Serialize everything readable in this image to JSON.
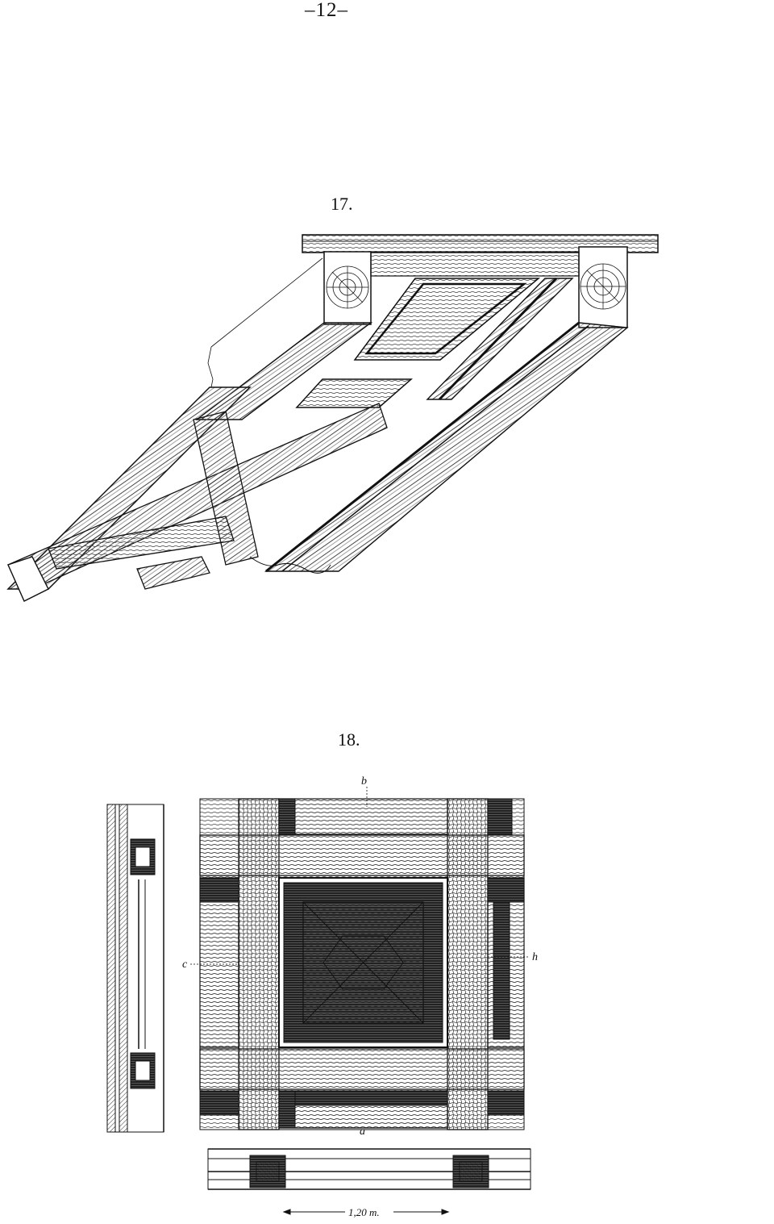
{
  "page": {
    "number": "–12–"
  },
  "figure17": {
    "label": "17."
  },
  "figure18": {
    "label": "18.",
    "labels": {
      "top": "b",
      "left": "c",
      "right": "h",
      "bottom": "a"
    },
    "dimension": "1,20 m."
  },
  "colors": {
    "ink": "#111111",
    "paper": "#ffffff",
    "hatch": "#555555"
  }
}
